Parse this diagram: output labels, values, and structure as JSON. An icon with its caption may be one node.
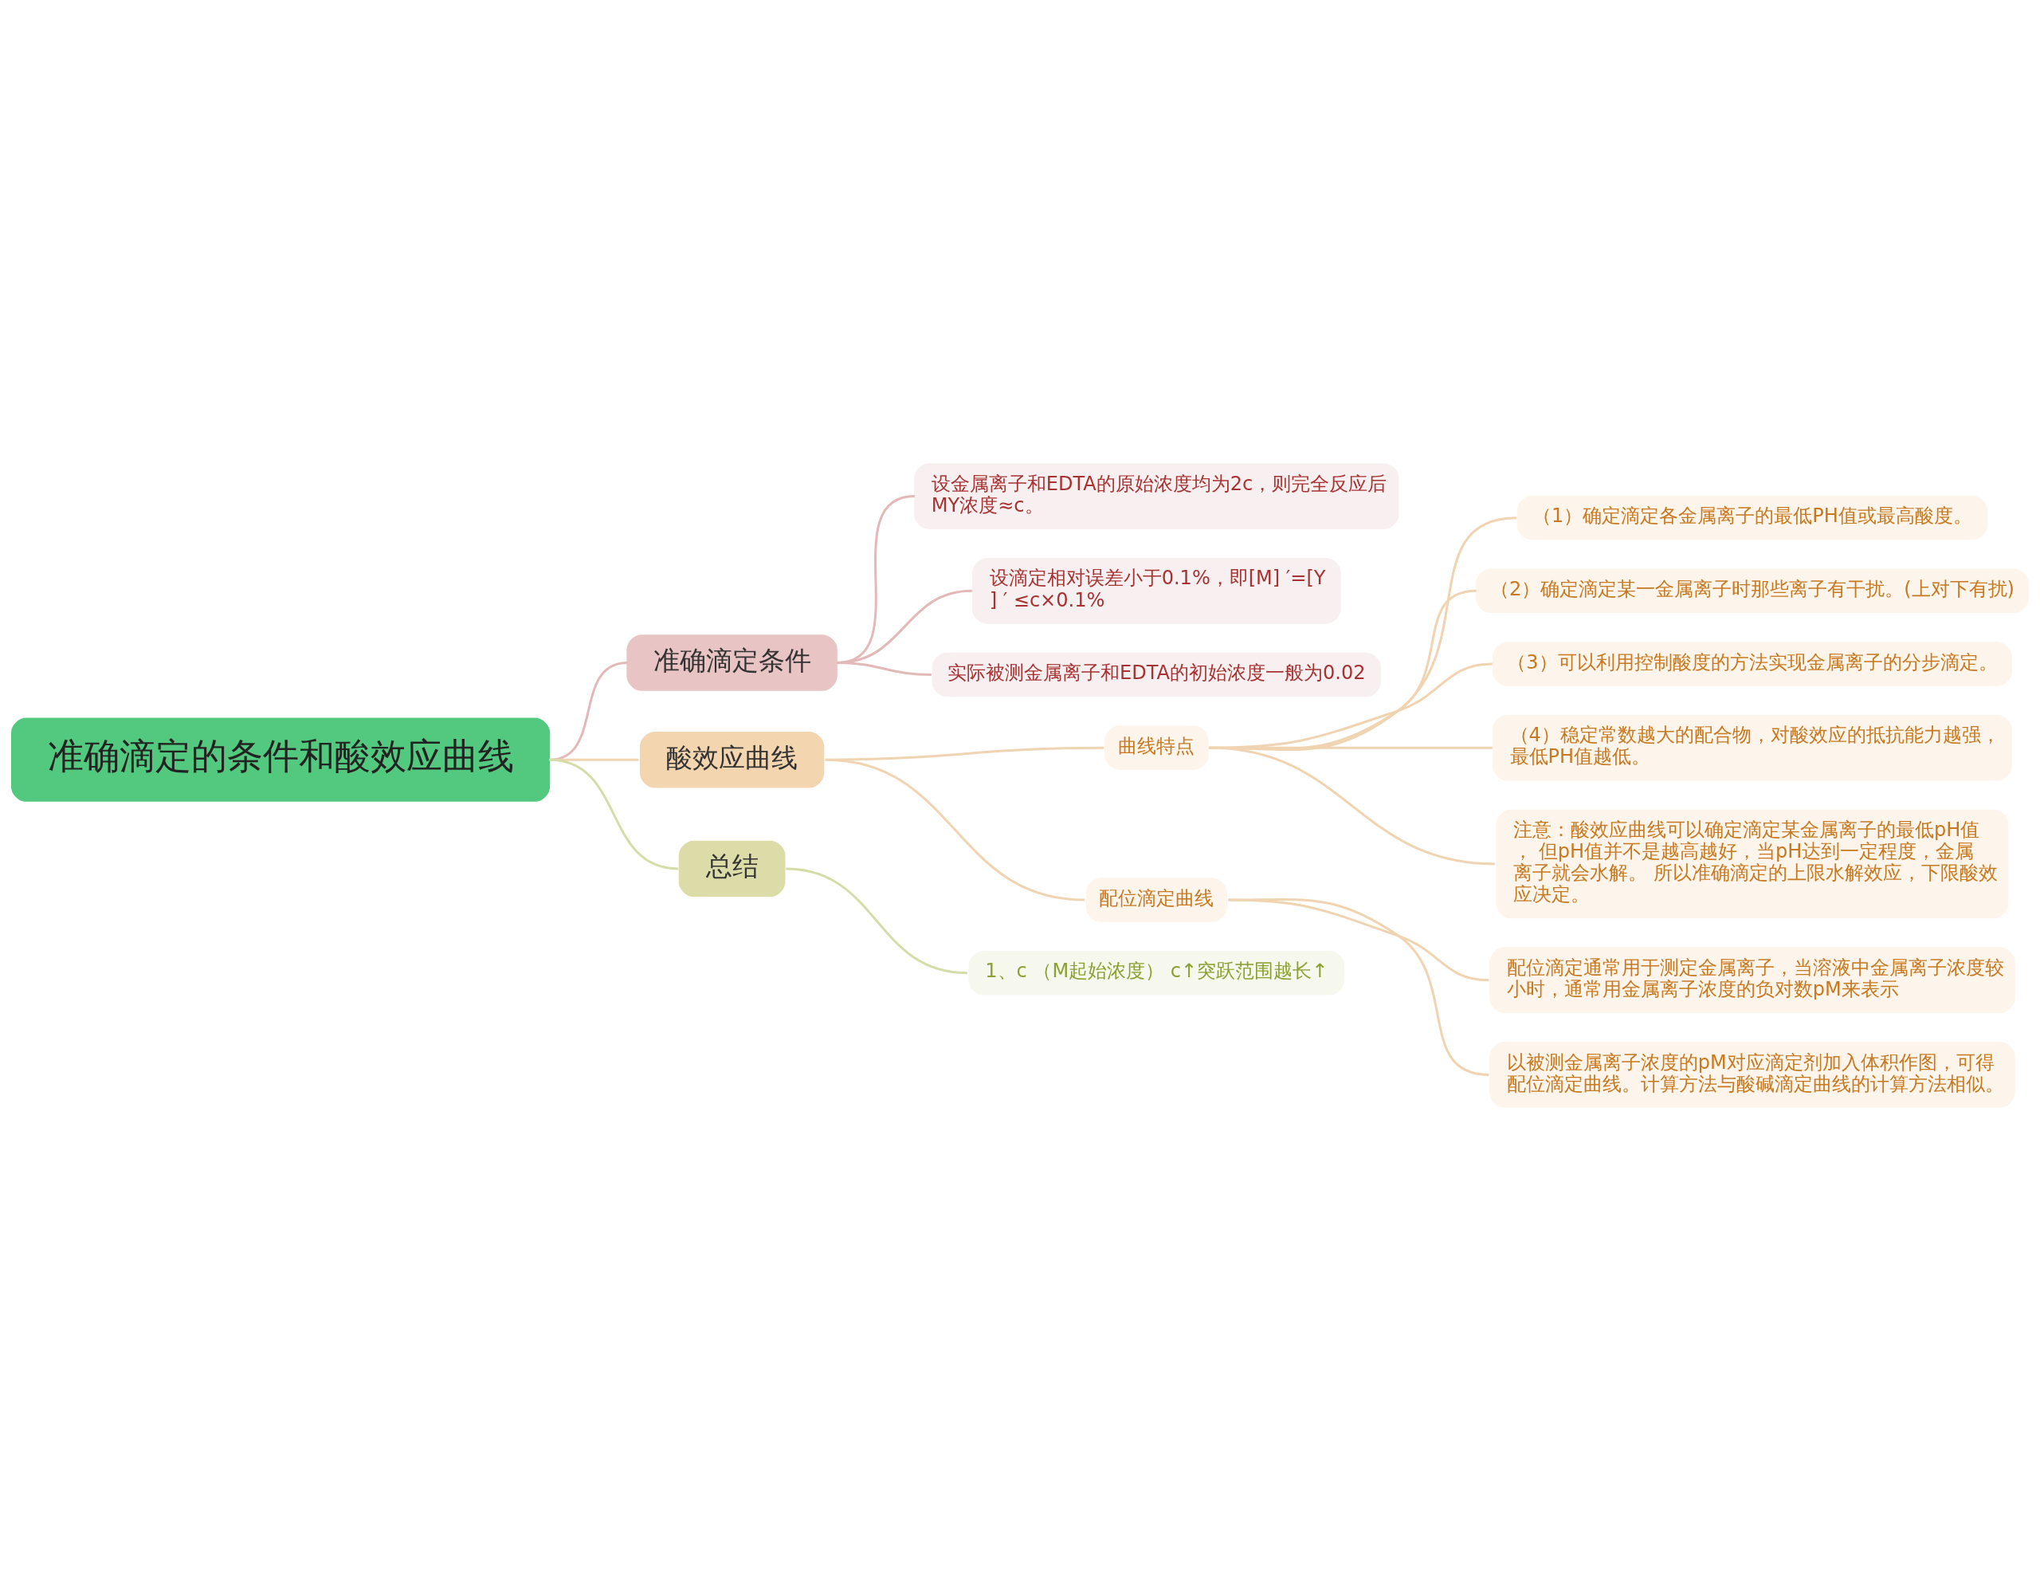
{
  "diagram": {
    "nodes": [
      {
        "text": [
          "准确滴定的条件和酸效应曲线"
        ]
      },
      {
        "text": [
          "准确滴定条件"
        ]
      },
      {
        "text": [
          "设金属离子和EDTA的原始浓度均为2c，则完全反应后MY浓度≈c。"
        ]
      },
      {
        "text": [
          "设滴定相对误差小于0.1%，即[M] ′=[Y] ′ ≤c×0.1%"
        ]
      },
      {
        "text": [
          "实际被测金属离子和EDTA的初始浓度一般为0.02"
        ]
      },
      {
        "text": [
          "酸效应曲线"
        ]
      },
      {
        "text": [
          "曲线特点"
        ]
      },
      {
        "text": [
          "（1）确定滴定各金属离子的最低PH值或最高酸度。"
        ]
      },
      {
        "text": [
          "（2）确定滴定某一金属离子时那些离子有干扰。(上对下有扰)"
        ]
      },
      {
        "text": [
          "（3）可以利用控制酸度的方法实现金属离子的分步滴定。"
        ]
      },
      {
        "text": [
          "（4）稳定常数越大的配合物，对酸效应的抵抗能力越强，最低PH值越低。"
        ]
      },
      {
        "text": [
          "注意：酸效应曲线可以确定滴定某金属离子的最低pH值， 但pH值并不是越高越好，当pH达到一定程度，金属离子就会水解。 所以准确滴定的上限水解效应，下限酸效应决定。"
        ]
      },
      {
        "text": [
          "配位滴定曲线"
        ]
      },
      {
        "text": [
          "配位滴定通常用于测定金属离子，当溶液中金属离子浓度较小时，通常用金属离子浓度的负对数pM来表示"
        ]
      },
      {
        "text": [
          "以被测金属离子浓度的pM对应滴定剂加入体积作图，可得配位滴定曲线。计算方法与酸碱滴定曲线的计算方法相似。"
        ]
      },
      {
        "text": [
          "总结"
        ]
      },
      {
        "text": [
          "1、c （M起始浓度） c↑突跃范围越长↑"
        ]
      }
    ],
    "edges": [
      {
        "from": 0,
        "to": 1,
        "arrow": "none",
        "color": "#e2b8b8"
      },
      {
        "from": 1,
        "to": 2,
        "arrow": "none",
        "color": "#e2b8b8"
      },
      {
        "from": 1,
        "to": 3,
        "arrow": "none",
        "color": "#e2b8b8"
      },
      {
        "from": 1,
        "to": 4,
        "arrow": "none",
        "color": "#e2b8b8"
      },
      {
        "from": 0,
        "to": 5,
        "arrow": "none"
      },
      {
        "from": 5,
        "to": 6,
        "arrow": "none"
      },
      {
        "from": 6,
        "to": 7,
        "arrow": "none"
      },
      {
        "from": 6,
        "to": 8,
        "arrow": "none"
      },
      {
        "from": 6,
        "to": 9,
        "arrow": "none"
      },
      {
        "from": 6,
        "to": 10,
        "arrow": "none"
      },
      {
        "from": 6,
        "to": 11,
        "arrow": "none"
      },
      {
        "from": 5,
        "to": 12,
        "arrow": "none"
      },
      {
        "from": 12,
        "to": 13,
        "arrow": "none"
      },
      {
        "from": 12,
        "to": 14,
        "arrow": "none"
      },
      {
        "from": 0,
        "to": 15,
        "arrow": "none",
        "color": "#d5dca8"
      },
      {
        "from": 15,
        "to": 16,
        "arrow": "none",
        "color": "#d5dca8"
      }
    ]
  }
}
